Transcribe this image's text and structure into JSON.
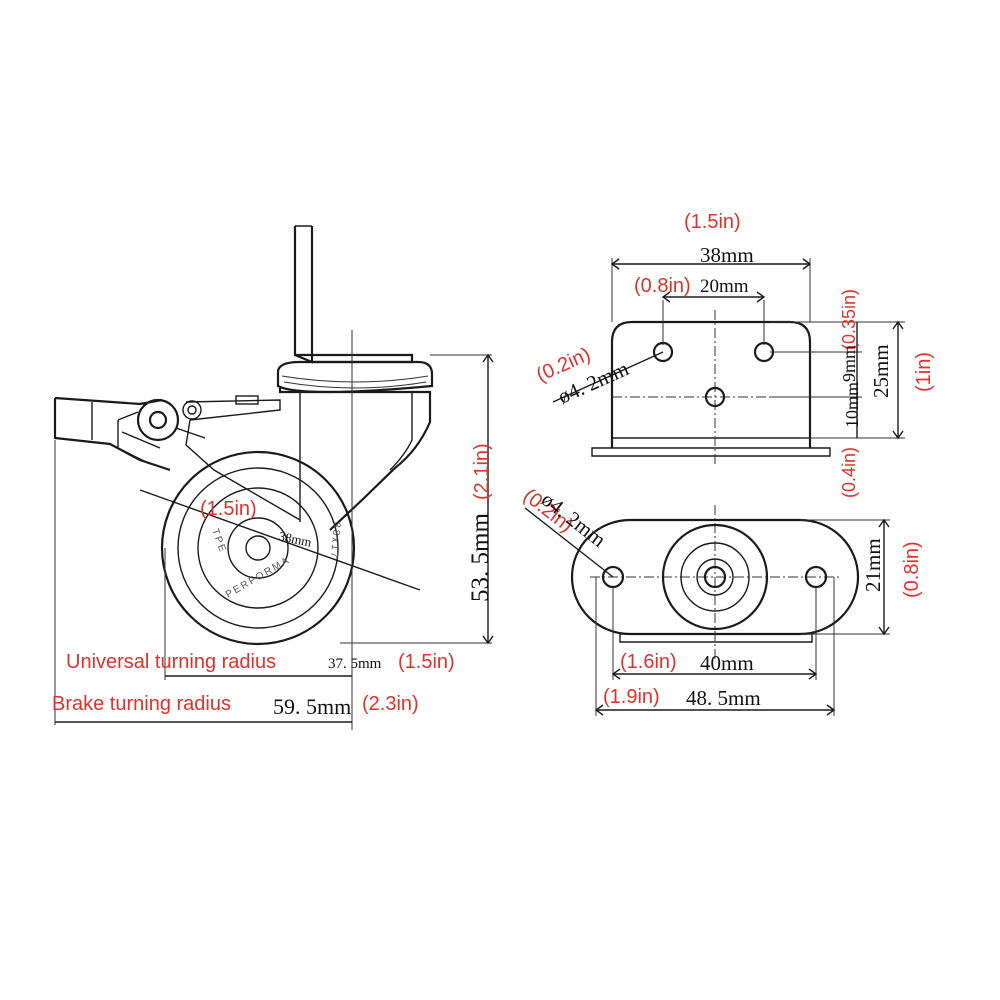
{
  "side_view": {
    "wheel_diameter_in": "(1.5in)",
    "wheel_diameter_mm": "38mm",
    "height_mm": "53. 5mm",
    "height_in": "(2.1in)",
    "wheel_text_top": "TPE",
    "wheel_text_mid": "PERFORMA",
    "wheel_text_right": "38x17",
    "universal_label": "Universal turning radius",
    "universal_mm": "37. 5mm",
    "universal_in": "(1.5in)",
    "brake_label": "Brake turning radius",
    "brake_mm": "59. 5mm",
    "brake_in": "(2.3in)"
  },
  "top_plate": {
    "width_in": "(1.5in)",
    "width_mm": "38mm",
    "hole_spacing_in": "(0.8in)",
    "hole_spacing_mm": "20mm",
    "hole_in": "(0.2in)",
    "hole_mm": "ø4. 2mm",
    "offset_in": "(0.35in)",
    "offset_mm": "9mm",
    "depth_mm": "25mm",
    "depth_in": "(1in)",
    "inner_mm": "10mm",
    "inner_in": "(0.4in)"
  },
  "bottom_plate": {
    "hole_in": "(0.2in)",
    "hole_mm": "ø4. 2mm",
    "height_mm": "21mm",
    "height_in": "(0.8in)",
    "hole_spacing_in": "(1.6in)",
    "hole_spacing_mm": "40mm",
    "length_in": "(1.9in)",
    "length_mm": "48. 5mm"
  }
}
